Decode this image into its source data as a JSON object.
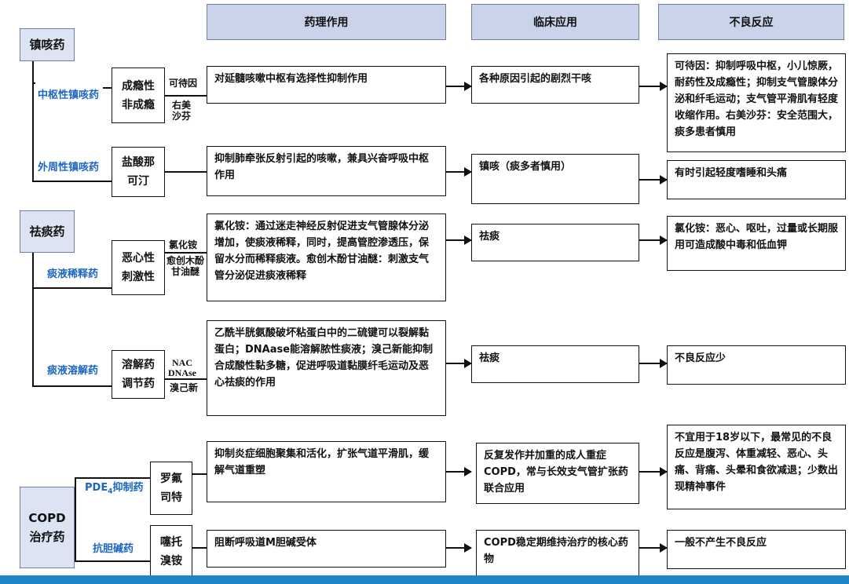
{
  "headers": {
    "pharmacology": "药理作用",
    "clinical": "临床应用",
    "adverse": "不良反应"
  },
  "categories": {
    "antitussive": "镇咳药",
    "expectorant": "祛痰药",
    "copd_line1": "COPD",
    "copd_line2": "治疗药"
  },
  "rows": {
    "central": {
      "subclass": "中枢性镇咳药",
      "drug_line1": "成瘾性",
      "drug_line2": "非成瘾",
      "agent1": "可待因",
      "agent2_line1": "右美",
      "agent2_line2": "沙芬",
      "pharmacology": "对延髓咳嗽中枢有选择性抑制作用",
      "clinical": "各种原因引起的剧烈干咳",
      "adverse": "可待因：抑制呼吸中枢，小儿惊厥，耐药性及成瘾性；抑制支气管腺体分泌和纤毛运动；支气管平滑肌有轻度收缩作用。右美沙芬：安全范围大，痰多患者慎用"
    },
    "peripheral": {
      "subclass": "外周性镇咳药",
      "drug_line1": "盐酸那",
      "drug_line2": "可汀",
      "pharmacology": "抑制肺牵张反射引起的咳嗽，兼具兴奋呼吸中枢作用",
      "clinical": "镇咳（痰多者慎用）",
      "adverse": "有时引起轻度嗜睡和头痛"
    },
    "dilute": {
      "subclass": "痰液稀释药",
      "drug_line1": "恶心性",
      "drug_line2": "刺激性",
      "agent1": "氯化铵",
      "agent2_line1": "愈创木酚",
      "agent2_line2": "甘油醚",
      "pharmacology": "氯化铵：通过迷走神经反射促进支气管腺体分泌增加，使痰液稀释，同时，提高管腔渗透压，保留水分而稀释痰液。愈创木酚甘油醚：刺激支气管分泌促进痰液稀释",
      "clinical": "祛痰",
      "adverse": "氯化铵：恶心、呕吐，过量或长期服用可造成酸中毒和低血钾"
    },
    "dissolve": {
      "subclass": "痰液溶解药",
      "drug_line1": "溶解药",
      "drug_line2": "调节药",
      "agent1": "NAC",
      "agent2": "DNAse",
      "agent3": "溴己新",
      "pharmacology": "乙酰半胱氨酸破坏粘蛋白中的二硫键可以裂解黏蛋白；DNAase能溶解脓性痰液；溴己新能抑制合成酸性黏多糖，促进呼吸道黏膜纤毛运动及恶心祛痰的作用",
      "clinical": "祛痰",
      "adverse": "不良反应少"
    },
    "pde4": {
      "subclass_prefix": "PDE",
      "subclass_sub": "4",
      "subclass_suffix": "抑制药",
      "drug_line1": "罗氟",
      "drug_line2": "司特",
      "pharmacology": "抑制炎症细胞聚集和活化，扩张气道平滑肌，缓解气道重塑",
      "clinical": "反复发作并加重的成人重症COPD，常与长效支气管扩张药联合应用",
      "adverse": "不宜用于18岁以下，最常见的不良反应是腹泻、体重减轻、恶心、头痛、背痛、头晕和食欲减退；少数出现精神事件"
    },
    "anticholinergic": {
      "subclass": "抗胆碱药",
      "drug_line1": "噻托",
      "drug_line2": "溴铵",
      "pharmacology": "阻断呼吸道M胆碱受体",
      "clinical": "COPD稳定期维持治疗的核心药物",
      "adverse": "一般不产生不良反应"
    }
  }
}
